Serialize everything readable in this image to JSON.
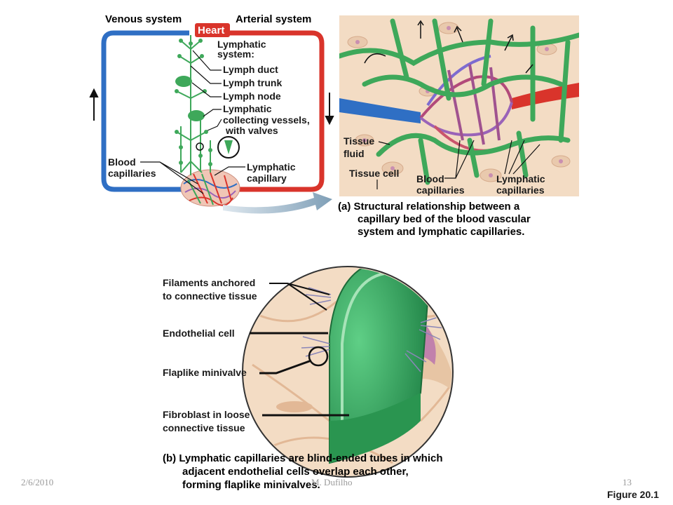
{
  "panel_a": {
    "venous_label": "Venous system",
    "arterial_label": "Arterial system",
    "heart_label": "Heart",
    "lymphatic_system_label_1": "Lymphatic",
    "lymphatic_system_label_2": "system:",
    "lymph_duct": "Lymph duct",
    "lymph_trunk": "Lymph trunk",
    "lymph_node": "Lymph node",
    "collecting_1": "Lymphatic",
    "collecting_2": "collecting vessels,",
    "collecting_3": "with valves",
    "blood_capillaries_1": "Blood",
    "blood_capillaries_2": "capillaries",
    "lymphatic_capillary_1": "Lymphatic",
    "lymphatic_capillary_2": "capillary",
    "tissue_fluid_1": "Tissue",
    "tissue_fluid_2": "fluid",
    "tissue_cell": "Tissue cell",
    "bed_blood_1": "Blood",
    "bed_blood_2": "capillaries",
    "bed_lymph_1": "Lymphatic",
    "bed_lymph_2": "capillaries",
    "caption_1": "(a) Structural relationship between a",
    "caption_2": "capillary bed of the blood vascular",
    "caption_3": "system and lymphatic capillaries."
  },
  "panel_b": {
    "filaments_1": "Filaments anchored",
    "filaments_2": "to connective tissue",
    "endothelial": "Endothelial cell",
    "minivalve": "Flaplike minivalve",
    "fibroblast_1": "Fibroblast in loose",
    "fibroblast_2": "connective tissue",
    "caption_1": "(b) Lymphatic capillaries are blind-ended tubes in which",
    "caption_2": "adjacent endothelial cells overlap each other,",
    "caption_3": "forming flaplike minivalves."
  },
  "footer": {
    "date": "2/6/2010",
    "author": "M. Dufilho",
    "page": "13",
    "figure": "Figure 20.1"
  },
  "colors": {
    "vein": "#2f6fc4",
    "artery": "#d9342b",
    "lymph": "#3ea85a",
    "tissue": "#f3dcc4"
  }
}
